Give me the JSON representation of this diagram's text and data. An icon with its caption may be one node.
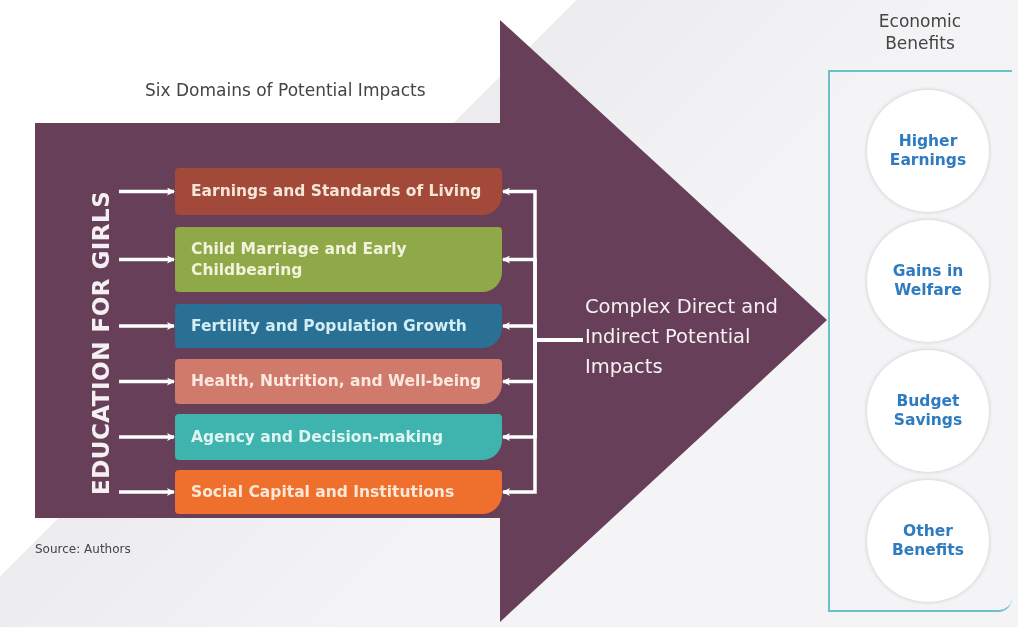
{
  "diagram": {
    "nodes": [
      {
        "text": [],
        "shape": "arrow"
      },
      {
        "text": [
          "EDUCATION FOR GIRLS"
        ],
        "in": 0
      },
      {
        "text": [
          "Earnings and Standards of Living"
        ],
        "in": 0
      },
      {
        "text": [
          "Child Marriage and Early Childbearing"
        ],
        "in": 0
      },
      {
        "text": [
          "Fertility and Population Growth"
        ],
        "in": 0
      },
      {
        "text": [
          "Health, Nutrition, and Well-being"
        ],
        "in": 0
      },
      {
        "text": [
          "Agency and Decision-making"
        ],
        "in": 0
      },
      {
        "text": [
          "Social Capital and Institutions"
        ],
        "in": 0
      },
      {
        "text": [
          "Complex Direct and Indirect Potential Impacts"
        ],
        "in": 0
      },
      {
        "text": [
          "Economic Benefits"
        ]
      },
      {
        "text": [
          "Higher Earnings"
        ],
        "in": 9
      },
      {
        "text": [
          "Gains in Welfare"
        ],
        "in": 9
      },
      {
        "text": [
          "Budget Savings"
        ],
        "in": 9
      },
      {
        "text": [
          "Other Benefits"
        ],
        "in": 9
      }
    ],
    "edges": [
      {
        "from": 1,
        "to": 2,
        "arrow": "to"
      },
      {
        "from": 1,
        "to": 3,
        "arrow": "to"
      },
      {
        "from": 1,
        "to": 4,
        "arrow": "to"
      },
      {
        "from": 1,
        "to": 5,
        "arrow": "to"
      },
      {
        "from": 1,
        "to": 6,
        "arrow": "to"
      },
      {
        "from": 1,
        "to": 7,
        "arrow": "to"
      },
      {
        "from": 8,
        "to": 2,
        "arrow": "to"
      },
      {
        "from": 8,
        "to": 3,
        "arrow": "to"
      },
      {
        "from": 8,
        "to": 4,
        "arrow": "to"
      },
      {
        "from": 8,
        "to": 5,
        "arrow": "to"
      },
      {
        "from": 8,
        "to": 6,
        "arrow": "to"
      },
      {
        "from": 8,
        "to": 7,
        "arrow": "to"
      }
    ],
    "labels": [
      "Six Domains of Potential Impacts",
      "Source: Authors"
    ]
  }
}
